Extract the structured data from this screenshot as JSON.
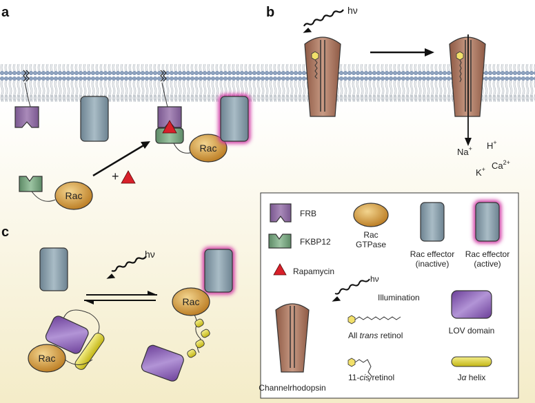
{
  "panels": {
    "a": "a",
    "b": "b",
    "c": "c"
  },
  "symbols": {
    "hv": "hν",
    "plus": "+",
    "rac": "Rac"
  },
  "ions": {
    "na": "Na",
    "na_sup": "+",
    "h": "H",
    "h_sup": "+",
    "k": "K",
    "k_sup": "+",
    "ca": "Ca",
    "ca_sup": "2+"
  },
  "legend": {
    "frb": "FRB",
    "fkbp12": "FKBP12",
    "rapamycin": "Rapamycin",
    "rac_line1": "Rac",
    "rac_line2": "GTPase",
    "inactive_line1": "Rac effector",
    "inactive_line2": "(inactive)",
    "active_line1": "Rac effector",
    "active_line2": "(active)",
    "illumination": "Illumination",
    "lov": "LOV domain",
    "channel": "Channelrhodopsin",
    "trans_a": "All ",
    "trans_b": "trans",
    "trans_c": " retinol",
    "cis_a": "11-",
    "cis_b": "cis",
    "cis_c": " retinol",
    "jalpha_a": "J",
    "jalpha_b": "α",
    "jalpha_c": " helix"
  },
  "colors": {
    "membrane": "#9aaec8",
    "cytoplasm_bottom": "#f4ecc8",
    "frb": "#8a6a9a",
    "fkbp": "#6f9a78",
    "rac": "#c48a2c",
    "effector": "#7f95a3",
    "glow": "#d23aa6",
    "rapamycin": "#d8202a",
    "lov": "#8d63b8",
    "jalpha": "#e2d62a",
    "channel": "#b07a62",
    "retinal": "#f2e06a"
  }
}
